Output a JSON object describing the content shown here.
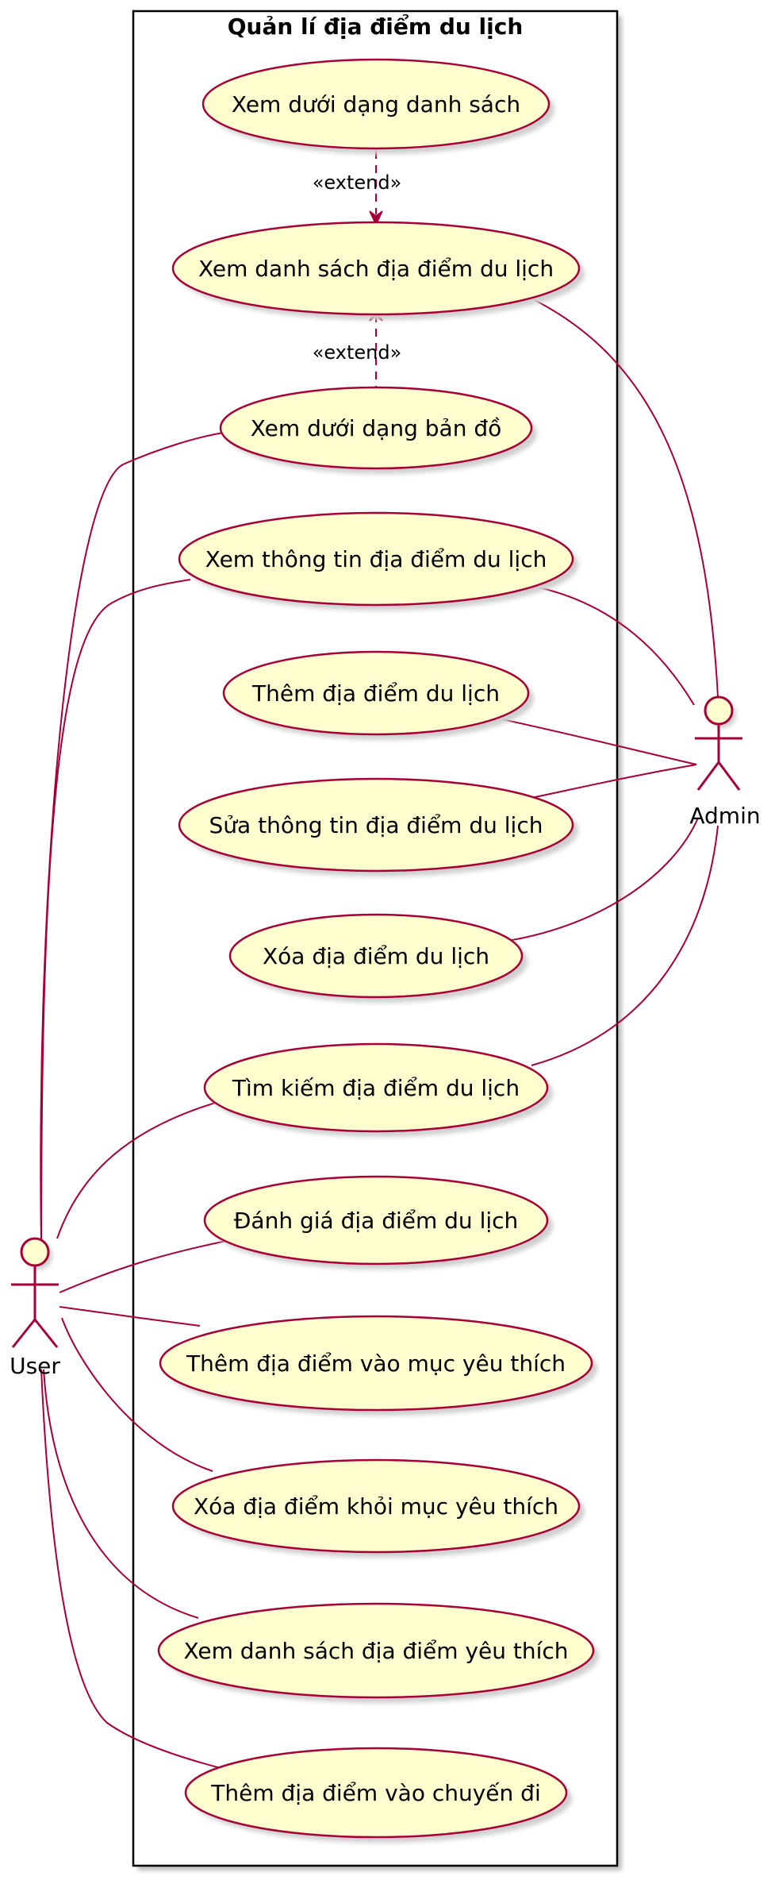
{
  "diagram": {
    "system_title": "Quản lí địa điểm du lịch",
    "extend_label": "«extend»",
    "actors": {
      "user": "User",
      "admin": "Admin"
    },
    "use_cases": [
      "Xem dưới dạng danh sách",
      "Xem danh sách địa điểm du lịch",
      "Xem dưới dạng bản đồ",
      "Xem thông tin địa điểm du lịch",
      "Thêm địa điểm du lịch",
      "Sửa thông tin địa điểm du lịch",
      "Xóa địa điểm du lịch",
      "Tìm kiếm địa điểm du lịch",
      "Đánh giá địa điểm du lịch",
      "Thêm địa điểm vào mục yêu thích",
      "Xóa địa điểm khỏi mục yêu thích",
      "Xem danh sách địa điểm yêu thích",
      "Thêm địa điểm vào chuyến đi"
    ]
  }
}
